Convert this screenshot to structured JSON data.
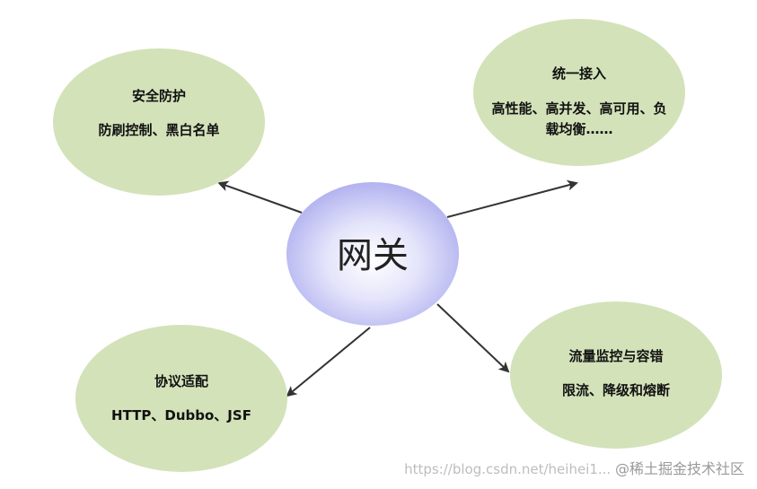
{
  "center": {
    "label": "网关"
  },
  "nodes": {
    "security": {
      "title": "安全防护",
      "desc": [
        "防刷控制、黑白名单"
      ]
    },
    "access": {
      "title": "统一接入",
      "desc": [
        "高性能、高并发、高可用、负",
        "载均衡……"
      ]
    },
    "protocol": {
      "title": "协议适配",
      "desc": [
        "HTTP、Dubbo、JSF"
      ]
    },
    "traffic": {
      "title": "流量监控与容错",
      "desc": [
        "限流、降级和熔断"
      ]
    }
  },
  "watermark": {
    "url": "https://blog.csdn.net/heihei1...",
    "brand": "@稀土掘金技术社区"
  },
  "colors": {
    "node_fill": "#d3e2b9",
    "center_edge": "#a9a9ee",
    "center_mid": "#c9c9f7",
    "center_core": "#ffffff",
    "arrow": "#333333"
  }
}
